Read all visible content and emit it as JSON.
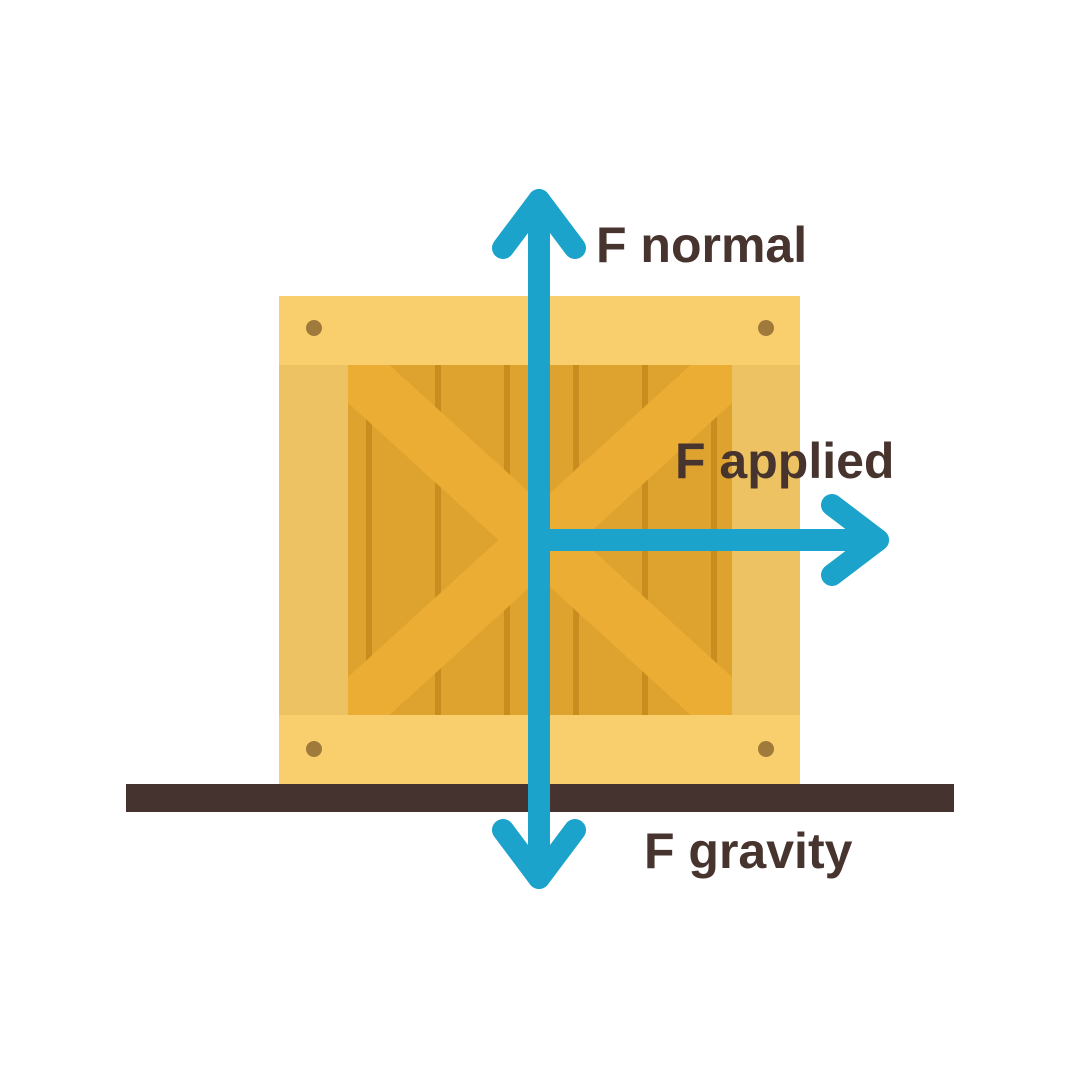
{
  "labels": {
    "normal": "F normal",
    "applied": "F applied",
    "gravity": "F gravity"
  },
  "colors": {
    "arrow": "#1CA3CC",
    "label": "#48342F",
    "ground": "#45332F",
    "crate_band": "#F9CF6E",
    "crate_side": "#ECC262",
    "crate_panel": "#DEA22E",
    "crate_plank_line": "#C98C1F",
    "crate_brace": "#EBAD33",
    "nail": "#A07A3A"
  },
  "icons": {
    "crate": "wooden-crate-icon",
    "ground": "ground-line"
  }
}
